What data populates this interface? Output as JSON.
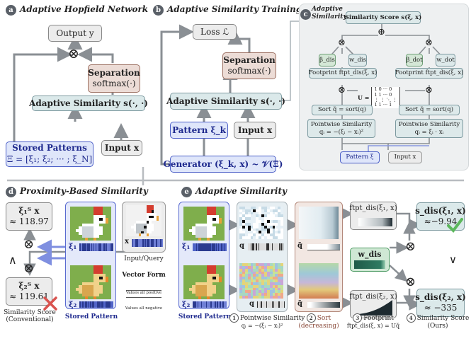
{
  "panel_a": {
    "badge": "a",
    "title": "Adaptive Hopfield Network",
    "output": "Output y",
    "separation_title": "Separation",
    "separation_fn": "softmax(·)",
    "adaptive_similarity": "Adaptive Similarity s(·, ·)",
    "stored_patterns_title": "Stored Patterns",
    "stored_patterns_formula": "Ξ = [ξ₁; ξ₂; ··· ; ξ_N]",
    "input": "Input x",
    "otimes": "⊗"
  },
  "panel_b": {
    "badge": "b",
    "title": "Adaptive Similarity Training",
    "loss": "Loss ℒ",
    "separation_title": "Separation",
    "separation_fn": "softmax(·)",
    "adaptive_similarity": "Adaptive Similarity s(·, ·)",
    "pattern": "Pattern ξ_k",
    "input": "Input x",
    "generator": "Generator (ξ_k, x) ~ 𝒱(Ξ)"
  },
  "panel_c": {
    "badge": "c",
    "title_line1": "Adaptive",
    "title_line2": "Similarity",
    "similarity_score": "Similarity Score s(ξ, x)",
    "beta_dis": "β_dis",
    "w_dis": "w_dis",
    "beta_dot": "β_dot",
    "w_dot": "w_dot",
    "footprint_dis": "Footprint ftpt_dis(ξ, x)",
    "footprint_dot": "Footprint ftpt_dis(ξ, x)",
    "sort_left": "Sort q̃ = sort(q)",
    "sort_right": "Sort q̃ = sort(q)",
    "pointwise_left_title": "Pointwise Similarity",
    "pointwise_left_formula": "qᵢ = −(ξᵢ − xᵢ)²",
    "pointwise_right_title": "Pointwise Similarity",
    "pointwise_right_formula": "qᵢ = ξᵢ · xᵢ",
    "u_label": "U =",
    "u_rows": [
      "1 0 ··· 0",
      "1 1 ··· 0",
      "⋮ ⋮ ⋱ ⋮",
      "1 1 ··· 1"
    ],
    "pattern": "Pattern ξ",
    "input": "Input x",
    "oplus": "⊕"
  },
  "panel_d": {
    "badge": "d",
    "title": "Proximity-Based Similarity",
    "score1_expr": "ξ₁ᵀ x",
    "score1_value": "≈ 118.97",
    "score2_expr": "ξ₂ᵀ x",
    "score2_value": "≈ 119.61",
    "xi1": "ξ₁",
    "xi2": "ξ₂",
    "x": "x",
    "input_query": "Input/Query",
    "vector_form": "Vector Form",
    "values_positive": "Values all positive",
    "values_negative": "Values all negative",
    "caption_score": "Similarity Score\n(Conventional)",
    "caption_stored": "Stored Pattern",
    "wedge": "∧"
  },
  "panel_e": {
    "badge": "e",
    "title": "Adaptive Similarity",
    "xi1": "ξ₁",
    "xi2": "ξ₂",
    "q": "q",
    "q_tilde": "q̃",
    "ftpt1": "ftpt_dis(ξ₁, x)",
    "ftpt2": "ftpt_dis(ξ₂, x)",
    "w_dis": "w_dis",
    "score1_expr": "s_dis(ξ₁, x)",
    "score1_value": "≈−9.94",
    "score2_expr": "s_dis(ξ₂, x)",
    "score2_value": "≈ −335",
    "caption_stored": "Stored Pattern",
    "step1": "1",
    "step1_title": "Pointwise Similarity",
    "step1_formula": "qᵢ = −(ξᵢ − xᵢ)²",
    "step2": "2",
    "step2_title": "Sort",
    "step2_sub": "(decreasing)",
    "step3": "3",
    "step3_title": "Footprint",
    "step3_formula": "ftpt_dis(ξ, x) = Uq̃",
    "step4": "4",
    "step4_title": "Similarity Score",
    "step4_sub": "(Ours)",
    "vee": "∨"
  },
  "colors": {
    "teal_fill": "#dde9ea",
    "brown_fill": "#ecdcd6",
    "blue_fill": "#dfe6fa",
    "blue_border": "#4b5ec7",
    "check": "#5cb85c",
    "cross": "#d9534f"
  }
}
